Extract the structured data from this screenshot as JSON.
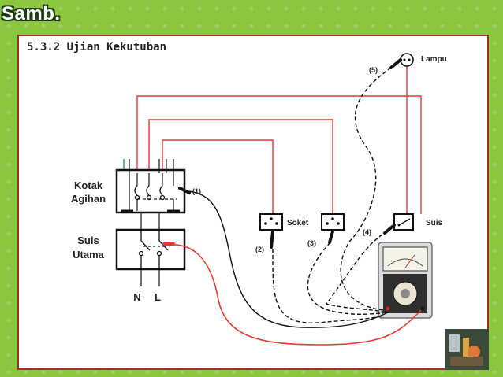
{
  "header": {
    "title": "Samb."
  },
  "section": {
    "title": "5.3.2 Ujian Kekutuban"
  },
  "diagram": {
    "distribution_box": {
      "line1": "Kotak",
      "line2": "Agihan"
    },
    "main_switch": {
      "line1": "Suis",
      "line2": "Utama"
    },
    "supply": {
      "neutral": "N",
      "live": "L"
    },
    "socket": "Soket",
    "switch": "Suis",
    "lamp": "Lampu",
    "probe_labels": [
      "(1)",
      "(2)",
      "(3)",
      "(4)",
      "(5)"
    ]
  },
  "colors": {
    "background": "#8cc63f",
    "frame": "#a52a2a",
    "live_wire": "#e53935",
    "earth_wire": "#2e9e3a",
    "test_lead": "#111111"
  }
}
